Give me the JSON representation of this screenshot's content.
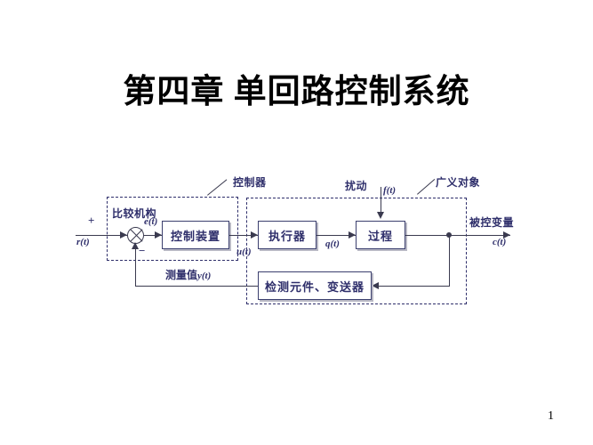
{
  "slide": {
    "title": "第四章 单回路控制系统",
    "page_number": "1"
  },
  "diagram": {
    "name": "单回路控制系统方框图",
    "dashed_groups": [
      {
        "key": "controller",
        "label": "控制器"
      },
      {
        "key": "generalized_object",
        "label": "广义对象"
      }
    ],
    "blocks": [
      {
        "key": "control_device",
        "label": "控制装置"
      },
      {
        "key": "actuator",
        "label": "执行器"
      },
      {
        "key": "process",
        "label": "过程"
      },
      {
        "key": "transmitter",
        "label": "检测元件、变送器"
      }
    ],
    "labels": {
      "comparator": "比较机构",
      "controller_group": "控制器",
      "disturbance": "扰动",
      "generalized_object": "广义对象",
      "controlled_variable": "被控变量",
      "measured_value": "测量值",
      "measured_value_signal": "y(t)"
    },
    "signals": {
      "setpoint": "r(t)",
      "error": "e(t)",
      "control_output": "u(t)",
      "manipulated": "q(t)",
      "disturbance": "f(t)",
      "controlled": "c(t)"
    },
    "summing_junction": {
      "name": "summing-junction",
      "plus_sign": "+",
      "minus_sign": "−"
    },
    "colors": {
      "text_navy": "#2f2f6b",
      "line": "#3a3a4f",
      "box_border": "#3b3f6e",
      "shadow": "#b8b8c4",
      "background": "#ffffff"
    }
  }
}
